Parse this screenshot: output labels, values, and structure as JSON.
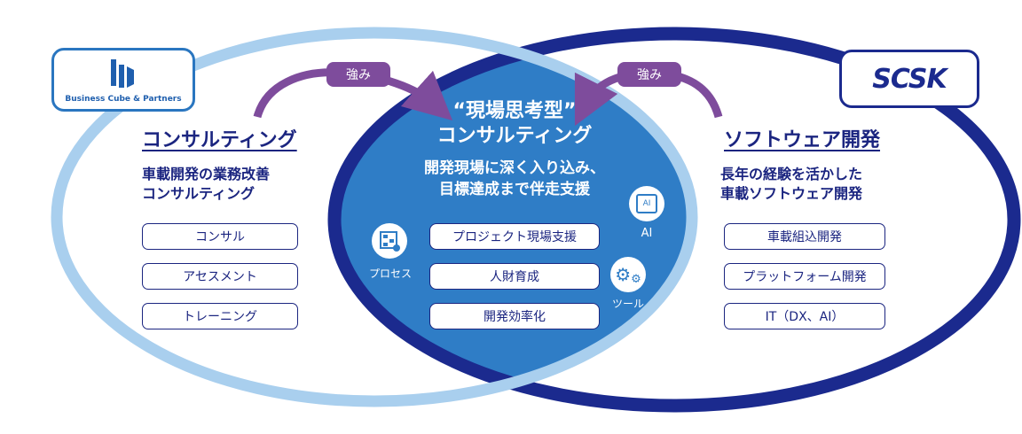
{
  "left": {
    "logo_text": "Business Cube & Partners",
    "heading": "コンサルティング",
    "subtitle_lines": [
      "車載開発の業務改善",
      "コンサルティング"
    ],
    "items": [
      "コンサル",
      "アセスメント",
      "トレーニング"
    ]
  },
  "right": {
    "logo_text": "SCSK",
    "heading": "ソフトウェア開発",
    "subtitle_lines": [
      "長年の経験を活かした",
      "車載ソフトウェア開発"
    ],
    "items": [
      "車載組込開発",
      "プラットフォーム開発",
      "IT（DX、AI）"
    ]
  },
  "center": {
    "title_lines": [
      "“現場思考型”",
      "コンサルティング"
    ],
    "subtitle_lines": [
      "開発現場に深く入り込み、",
      "目標達成まで伴走支援"
    ],
    "items": [
      "プロジェクト現場支援",
      "人財育成",
      "開発効率化"
    ],
    "icons": [
      {
        "name": "process-icon",
        "label": "プロセス"
      },
      {
        "name": "ai-chip-icon",
        "label": "AI",
        "glyph": "AI"
      },
      {
        "name": "gears-icon",
        "label": "ツール"
      }
    ]
  },
  "tags": [
    "強み",
    "強み"
  ],
  "colors": {
    "light_ring": "#a9cfee",
    "dark_ring": "#1b2a8e",
    "center_fill": "#2f7dc6",
    "accent_purple": "#7e4c9c",
    "text": "#1b2580"
  }
}
